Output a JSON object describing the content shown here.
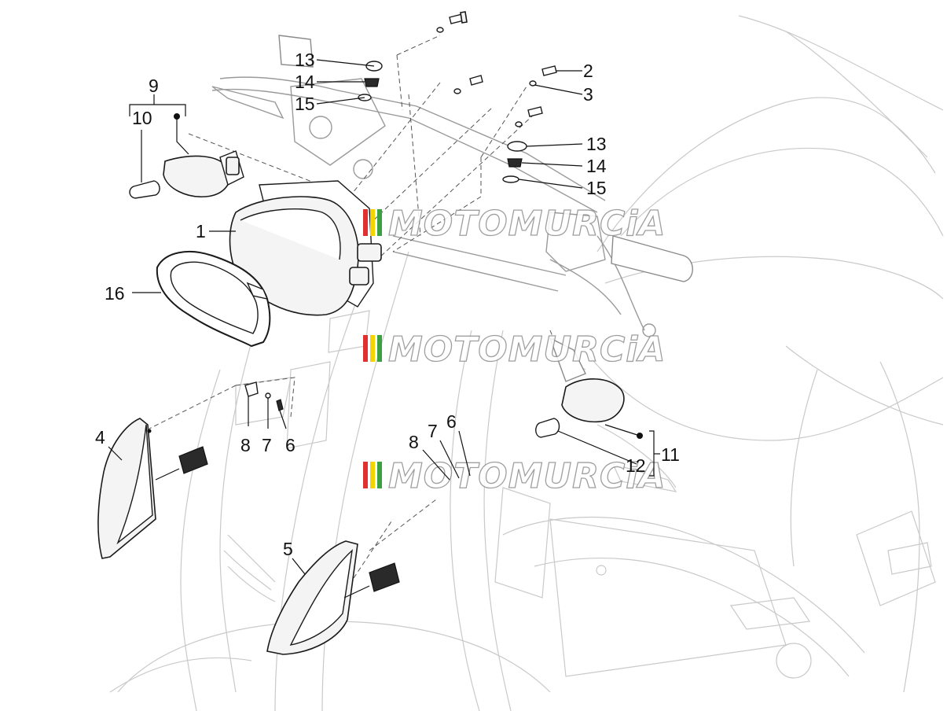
{
  "watermark": {
    "text": "MOTOMURCiA",
    "stripe_colors": [
      "#e03030",
      "#f5d400",
      "#3aa040"
    ]
  },
  "callouts": {
    "c1": "1",
    "c2": "2",
    "c3": "3",
    "c4": "4",
    "c5": "5",
    "c6a": "6",
    "c6b": "6",
    "c7a": "7",
    "c7b": "7",
    "c8a": "8",
    "c8b": "8",
    "c9": "9",
    "c10": "10",
    "c11": "11",
    "c12": "12",
    "c13a": "13",
    "c13b": "13",
    "c14a": "14",
    "c14b": "14",
    "c15a": "15",
    "c15b": "15",
    "c16": "16"
  }
}
